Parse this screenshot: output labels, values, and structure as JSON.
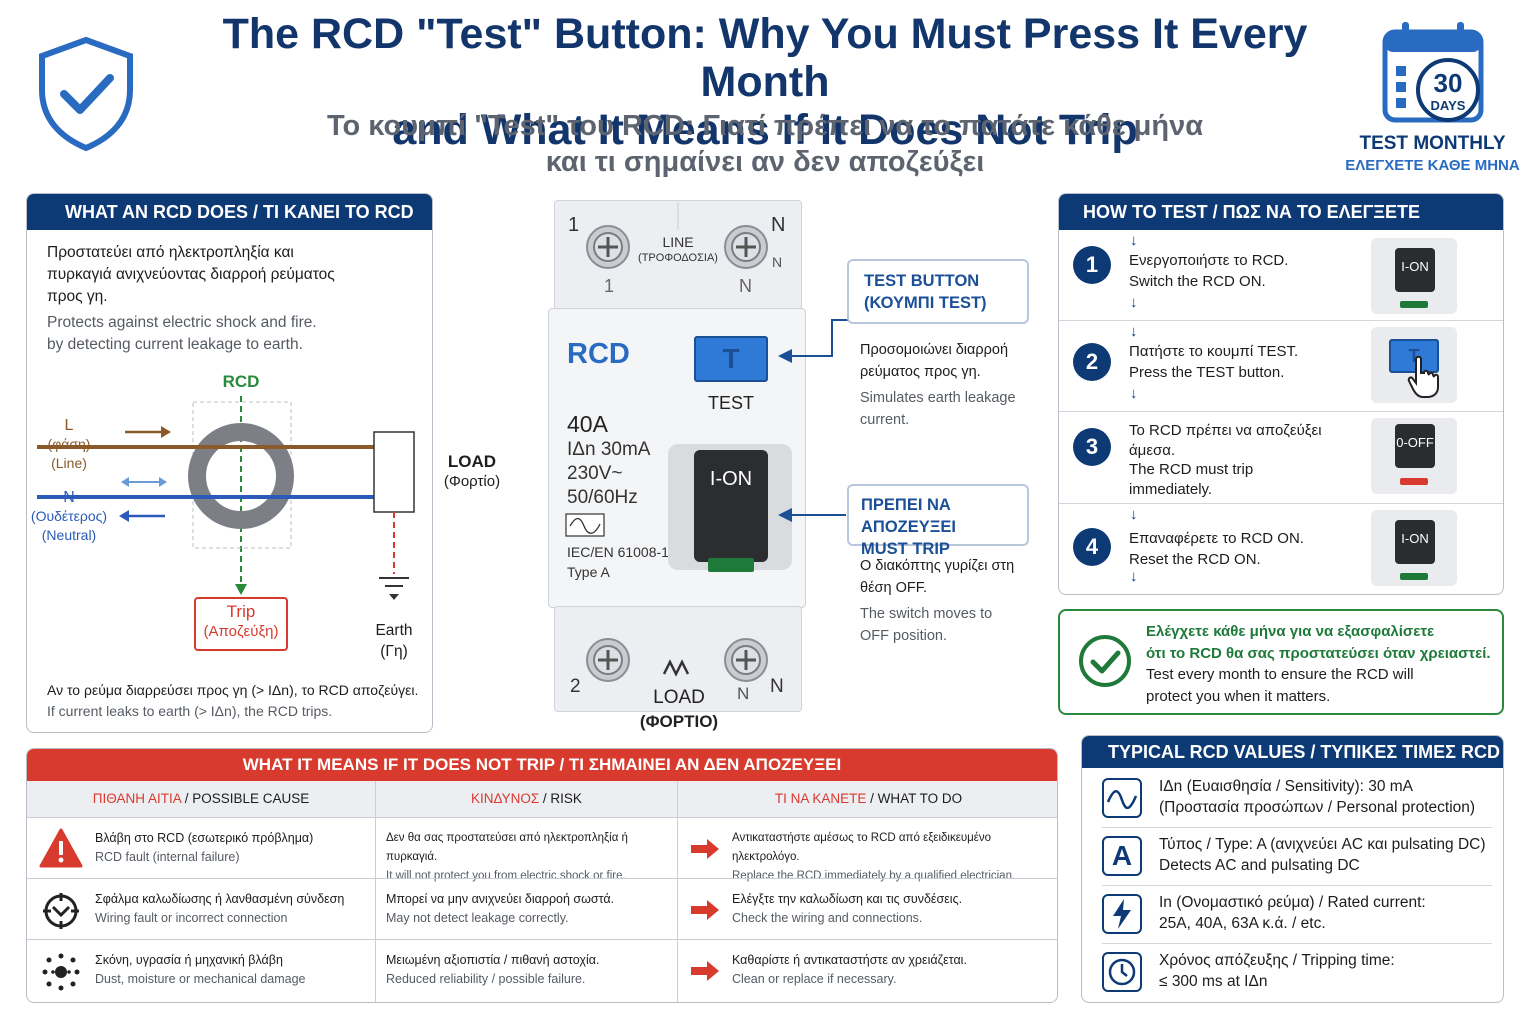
{
  "header": {
    "title_line1": "The RCD \"Test\" Button: Why You Must Press It Every Month",
    "title_line2": "and What It Means If It Does Not Trip",
    "subtitle_line1": "Το κουμπί \"Test\" του RCD: Γιατί πρέπει να το πατάτε κάθε μήνα",
    "subtitle_line2": "και τι σημαίνει αν δεν αποζεύξει",
    "badge_number": "30",
    "badge_unit": "DAYS",
    "badge_en": "TEST MONTHLY",
    "badge_gr": "ΕΛΕΓΧΕΤΕ ΚΑΘΕ ΜΗΝΑ"
  },
  "what": {
    "heading": "WHAT AN RCD DOES / ΤΙ ΚΑΝΕΙ ΤΟ RCD",
    "gr_line1": "Προστατεύει από ηλεκτροπληξία και",
    "gr_line2": "πυρκαγιά ανιχνεύοντας διαρροή ρεύματος",
    "gr_line3": "προς γη.",
    "en_line1": "Protects against electric shock and fire.",
    "en_line2": "by detecting current leakage to earth.",
    "diagram": {
      "rcd": "RCD",
      "l": "L",
      "l_gr": "(φάση)",
      "l_en": "(Line)",
      "n": "N",
      "n_gr": "(Ουδέτερος)",
      "n_en": "(Neutral)",
      "load": "LOAD",
      "load_gr": "(Φορτίο)",
      "trip": "Trip",
      "trip_gr": "(Αποζεύξη)",
      "earth": "Earth",
      "earth_gr": "(Γη)"
    },
    "foot_gr": "Αν το ρεύμα διαρρεύσει προς γη (> IΔn), το RCD αποζεύγει.",
    "foot_en": "If current leaks to earth (> IΔn), the RCD trips."
  },
  "device": {
    "top_left_num": "1",
    "top_right_n": "N",
    "line": "LINE",
    "line_gr": "(ΤΡΟΦΟΔΟΣΙΑ)",
    "top_sub_1": "1",
    "top_sub_n": "N",
    "top_n_small": "N",
    "brand": "RCD",
    "test_letter": "T",
    "test_label": "TEST",
    "rating": "40A",
    "sensitivity": "IΔn 30mA",
    "voltage": "230V~",
    "freq": "50/60Hz",
    "standard": "IEC/EN 61008-1",
    "type": "Type A",
    "switch_label": "I-ON",
    "bot_num": "2",
    "load": "LOAD",
    "load_gr": "(ΦΟΡΤΙΟ)",
    "bot_n": "N",
    "bot_n2": "N"
  },
  "callouts": {
    "test_title1": "TEST BUTTON",
    "test_title2": "(ΚΟΥΜΠΙ TEST)",
    "test_gr1": "Προσομοιώνει διαρροή",
    "test_gr2": "ρεύματος προς γη.",
    "test_en1": "Simulates earth leakage",
    "test_en2": "current.",
    "trip_title1": "ΠΡΕΠΕΙ ΝΑ ΑΠΟΖΕΥΞΕΙ",
    "trip_title2": "MUST TRIP",
    "trip_gr1": "Ο διακόπτης γυρίζει στη",
    "trip_gr2": "θέση OFF.",
    "trip_en1": "The switch moves to",
    "trip_en2": "OFF position."
  },
  "how": {
    "heading": "HOW TO TEST / ΠΩΣ ΝΑ ΤΟ ΕΛΕΓΞΕΤΕ",
    "steps": [
      {
        "num": "1",
        "gr": "Ενεργοποιήστε το RCD.",
        "en": "Switch the RCD ON.",
        "thumb": "I-ON"
      },
      {
        "num": "2",
        "gr": "Πατήστε το κουμπί TEST.",
        "en": "Press the TEST button.",
        "thumb": "T"
      },
      {
        "num": "3",
        "gr": "Το RCD πρέπει να αποζεύξει",
        "gr2": "άμεσα.",
        "en": "The RCD must trip",
        "en2": "immediately.",
        "thumb": "0-OFF"
      },
      {
        "num": "4",
        "gr": "Επαναφέρετε το RCD ON.",
        "en": "Reset the RCD ON.",
        "thumb": "I-ON"
      }
    ]
  },
  "check": {
    "gr1": "Ελέγχετε κάθε μήνα για να εξασφαλίσετε",
    "gr2": "ότι το RCD θα σας προστατεύσει όταν χρειαστεί.",
    "en1": "Test every month to ensure the RCD will",
    "en2": "protect you when it matters."
  },
  "trip_table": {
    "heading": "WHAT IT MEANS IF IT DOES NOT TRIP / ΤΙ ΣΗΜΑΙΝΕΙ ΑΝ ΔΕΝ ΑΠΟΖΕΥΞΕΙ",
    "col1_gr": "ΠΙΘΑΝΗ ΑΙΤΙΑ",
    "col1_en": " / POSSIBLE CAUSE",
    "col2_gr": "ΚΙΝΔΥΝΟΣ",
    "col2_en": " / RISK",
    "col3_gr": "ΤΙ ΝΑ ΚΑΝΕΤΕ",
    "col3_en": " / WHAT TO DO",
    "rows": [
      {
        "cause_gr": "Βλάβη στο RCD (εσωτερικό πρόβλημα)",
        "cause_en": "RCD fault (internal failure)",
        "risk_gr": "Δεν θα σας προστατεύσει από ηλεκτροπληξία ή πυρκαγιά.",
        "risk_en": "It will not protect you from electric shock or fire.",
        "do_gr": "Αντικαταστήστε αμέσως το RCD από εξειδικευμένο ηλεκτρολόγο.",
        "do_en": "Replace the RCD immediately by a qualified electrician.",
        "icon": "warning-icon"
      },
      {
        "cause_gr": "Σφάλμα καλωδίωσης ή λανθασμένη σύνδεση",
        "cause_en": "Wiring fault or incorrect connection",
        "risk_gr": "Μπορεί να μην ανιχνεύει διαρροή σωστά.",
        "risk_en": "May not detect leakage correctly.",
        "do_gr": "Ελέγξτε την καλωδίωση και τις συνδέσεις.",
        "do_en": "Check the wiring and connections.",
        "icon": "wiring-icon"
      },
      {
        "cause_gr": "Σκόνη, υγρασία ή μηχανική βλάβη",
        "cause_en": "Dust, moisture or mechanical damage",
        "risk_gr": "Μειωμένη αξιοπιστία / πιθανή αστοχία.",
        "risk_en": "Reduced reliability / possible failure.",
        "do_gr": "Καθαρίστε ή αντικαταστήστε αν χρειάζεται.",
        "do_en": "Clean or replace if necessary.",
        "icon": "dust-icon"
      }
    ]
  },
  "values": {
    "heading": "TYPICAL RCD VALUES / ΤΥΠΙΚΕΣ ΤΙΜΕΣ RCD",
    "items": [
      {
        "l1": "IΔn (Ευαισθησία / Sensitivity): 30 mA",
        "l2": "(Προστασία προσώπων / Personal protection)",
        "icon": "waveform-icon"
      },
      {
        "l1": "Τύπος / Type: A (ανιχνεύει AC και pulsating DC)",
        "l2": "Detects AC and pulsating DC",
        "icon_text": "A",
        "icon": "type-a-icon"
      },
      {
        "l1": "In (Ονομαστικό ρεύμα) / Rated current:",
        "l2": "25A, 40A, 63A κ.ά. / etc.",
        "icon": "lightning-icon"
      },
      {
        "l1": "Χρόνος απόζευξης / Tripping time:",
        "l2": "≤ 300 ms at IΔn",
        "icon": "clock-icon"
      }
    ]
  },
  "colors": {
    "navy": "#0d3a75",
    "red": "#d83a2e",
    "green": "#1f7a3a",
    "test_blue": "#2f7ad6"
  }
}
